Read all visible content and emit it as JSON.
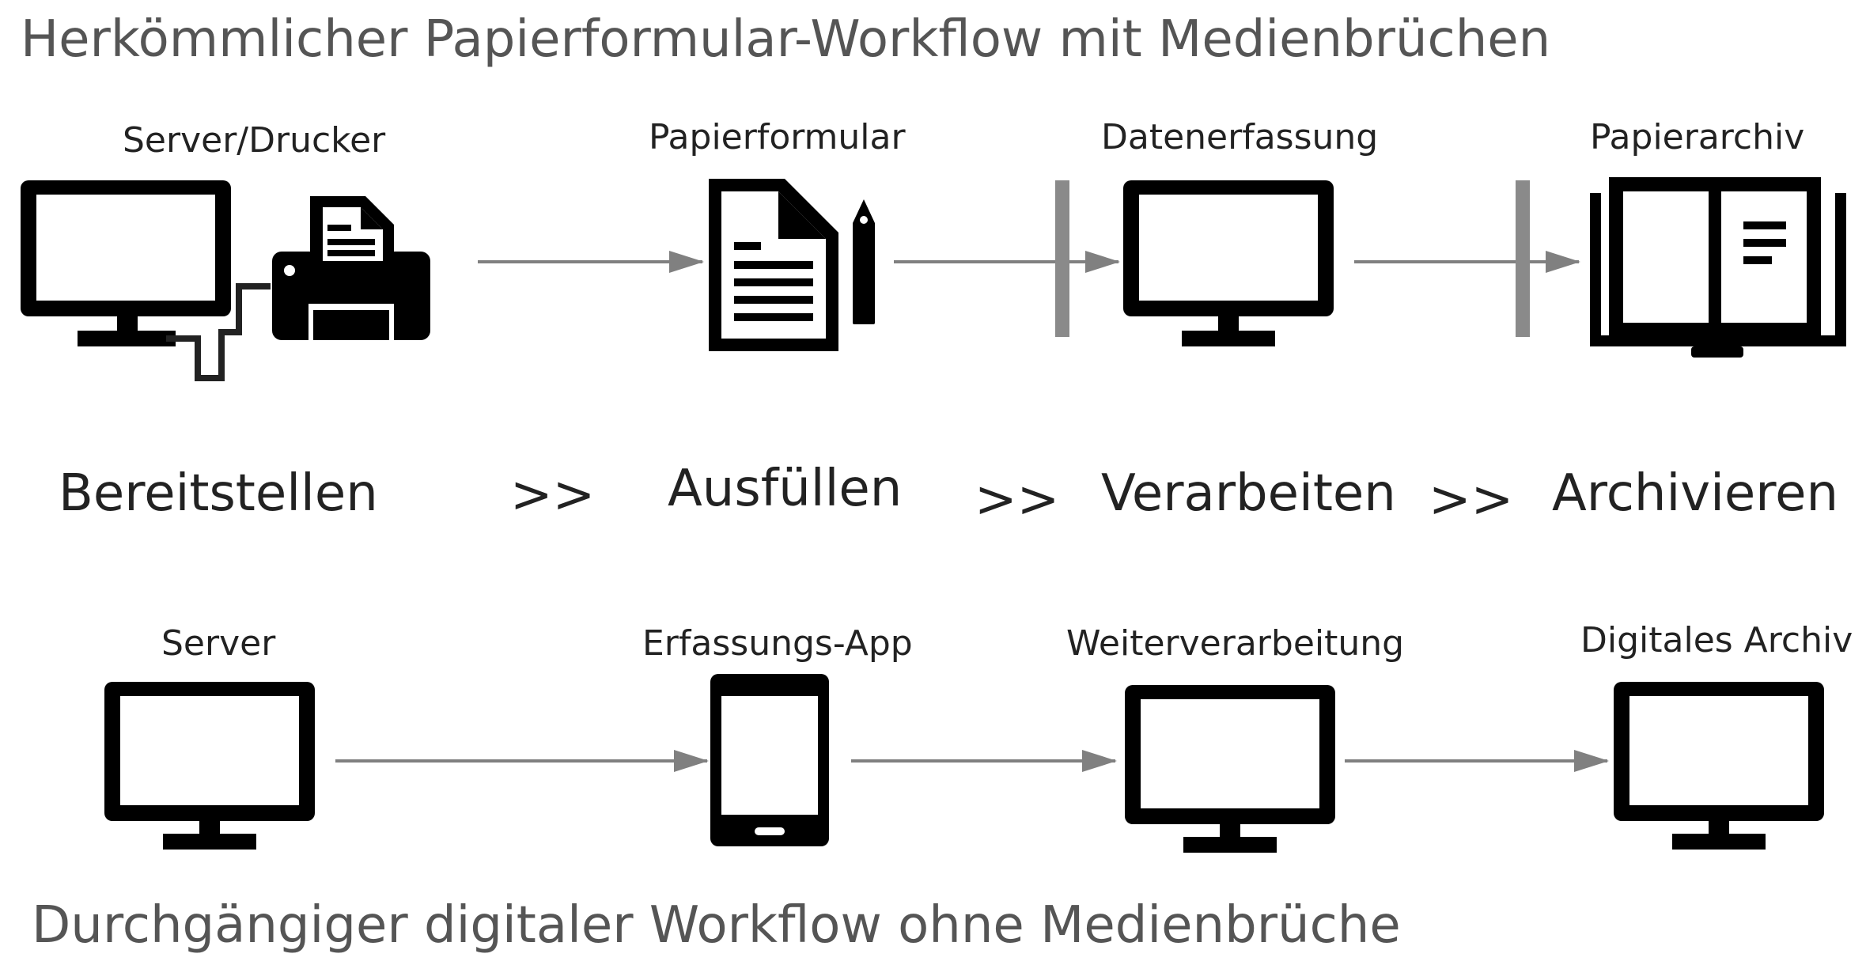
{
  "top_title": "Herkömmlicher Papierformular-Workflow mit Medienbrüchen",
  "bottom_title": "Durchgängiger digitaler Workflow ohne Medienbrüche",
  "top_row": {
    "labels": [
      "Server/Drucker",
      "Papierformular",
      "Datenerfassung",
      "Papierarchiv"
    ]
  },
  "stages": {
    "items": [
      "Bereitstellen",
      "Ausfüllen",
      "Verarbeiten",
      "Archivieren"
    ],
    "separator": ">>"
  },
  "bottom_row": {
    "labels": [
      "Server",
      "Erfassungs-App",
      "Weiterverarbeitung",
      "Digitales Archiv"
    ]
  },
  "colors": {
    "icon": "#000000",
    "arrow": "#808080",
    "media_break": "#8a8a8a",
    "title": "#555555",
    "text": "#222222"
  },
  "icons": {
    "top": [
      "monitor-icon",
      "printer-icon",
      "paper-form-icon",
      "pencil-icon",
      "monitor-icon",
      "book-archive-icon"
    ],
    "bottom": [
      "monitor-icon",
      "tablet-icon",
      "monitor-icon",
      "monitor-icon"
    ],
    "connectors": [
      "arrow-icon",
      "media-break-icon"
    ]
  }
}
